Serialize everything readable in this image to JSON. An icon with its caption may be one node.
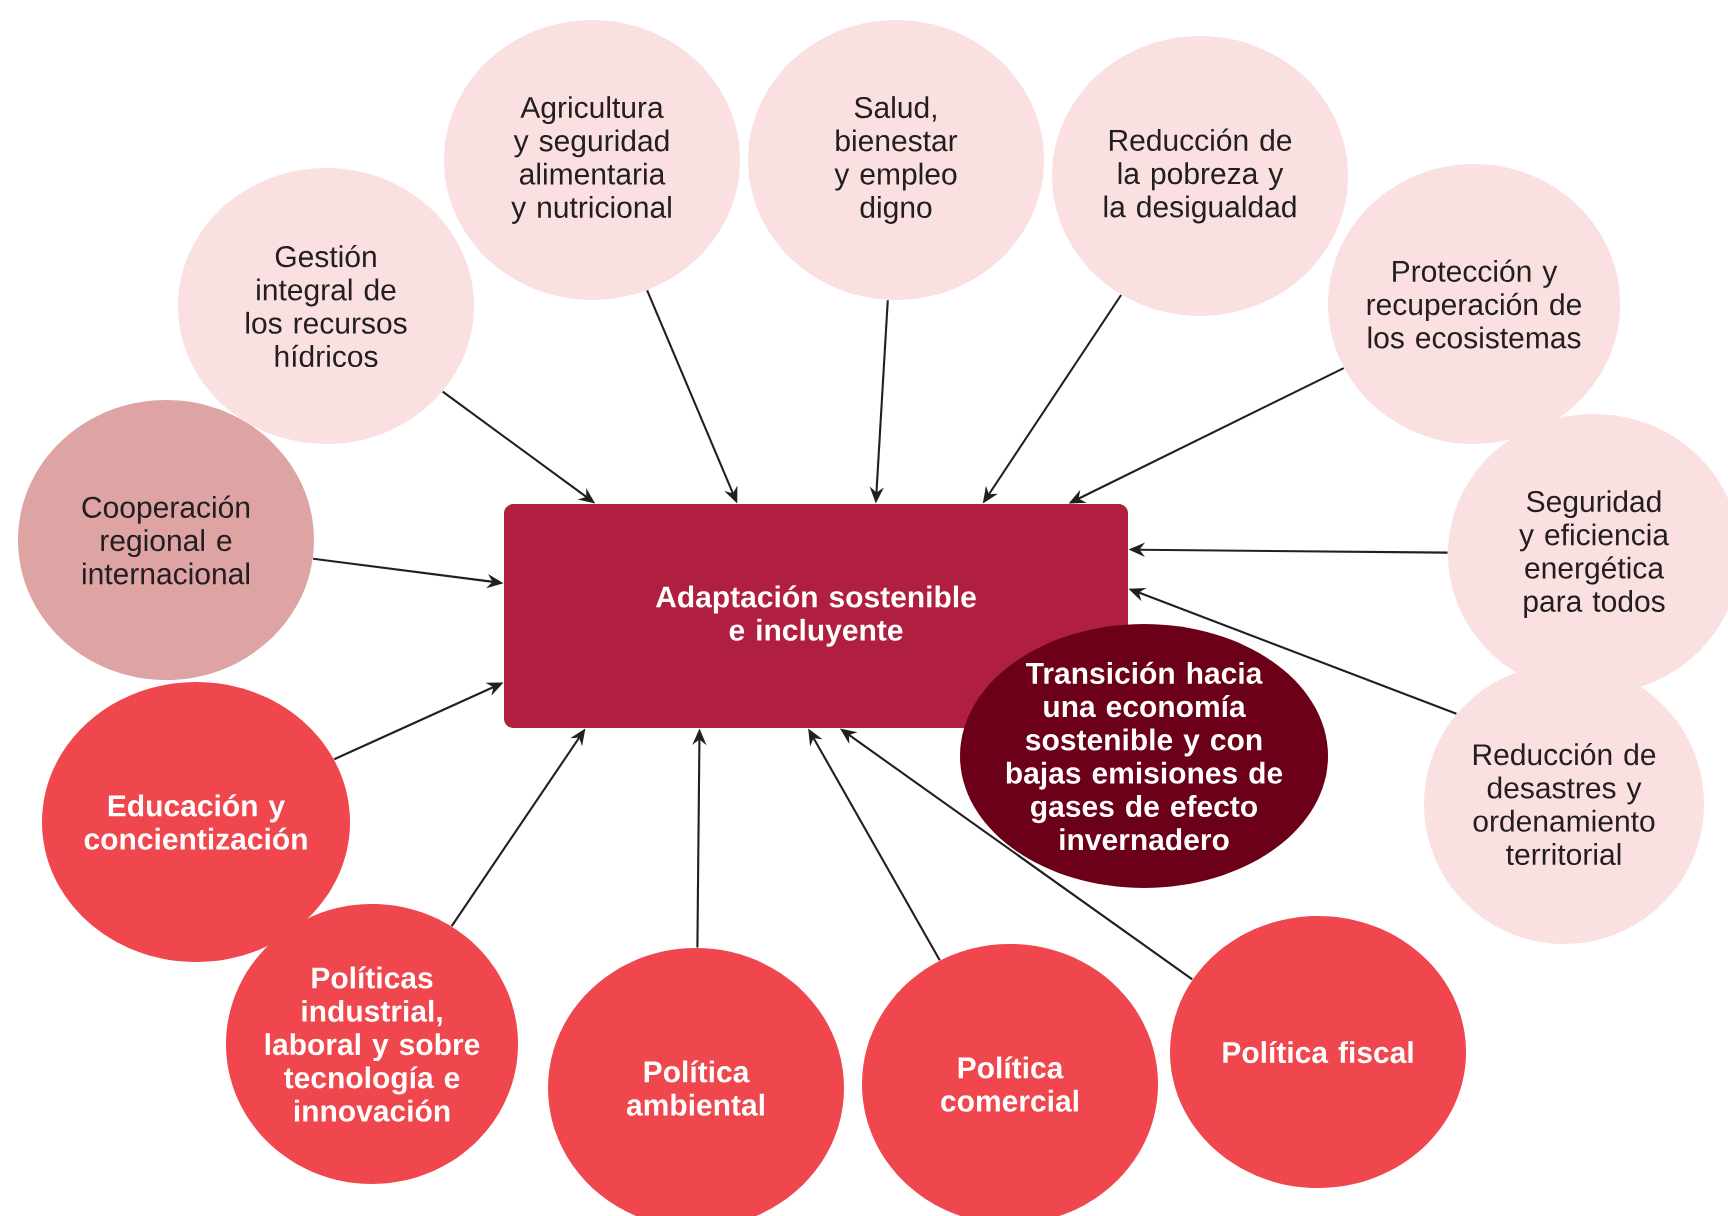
{
  "diagram": {
    "nodes": [
      {
        "text": [
          "Adaptación sostenible e incluyente"
        ]
      },
      {
        "text": [
          "Transición hacia una economía sostenible y con bajas emisiones de gases de efecto invernadero"
        ]
      },
      {
        "text": [
          "Agricultura y seguridad alimentaria y nutricional"
        ]
      },
      {
        "text": [
          "Salud, bienestar y empleo digno"
        ]
      },
      {
        "text": [
          "Reducción de la pobreza y la desigualdad"
        ]
      },
      {
        "text": [
          "Gestión integral de los recursos hídricos"
        ]
      },
      {
        "text": [
          "Protección y recuperación de los ecosistemas"
        ]
      },
      {
        "text": [
          "Cooperación regional e internacional"
        ]
      },
      {
        "text": [
          "Seguridad y eficiencia energética para todos"
        ]
      },
      {
        "text": [
          "Reducción de desastres y ordenamiento territorial"
        ]
      },
      {
        "text": [
          "Educación y concientización"
        ]
      },
      {
        "text": [
          "Políticas industrial, laboral y sobre tecnología e innovación"
        ]
      },
      {
        "text": [
          "Política ambiental"
        ]
      },
      {
        "text": [
          "Política comercial"
        ]
      },
      {
        "text": [
          "Política fiscal"
        ]
      }
    ],
    "edges": [
      {
        "from": 2,
        "to": 0,
        "arrow": "to"
      },
      {
        "from": 3,
        "to": 0,
        "arrow": "to"
      },
      {
        "from": 4,
        "to": 0,
        "arrow": "to"
      },
      {
        "from": 5,
        "to": 0,
        "arrow": "to"
      },
      {
        "from": 6,
        "to": 0,
        "arrow": "to"
      },
      {
        "from": 7,
        "to": 0,
        "arrow": "to"
      },
      {
        "from": 8,
        "to": 0,
        "arrow": "to"
      },
      {
        "from": 9,
        "to": 0,
        "arrow": "to"
      },
      {
        "from": 10,
        "to": 0,
        "arrow": "to"
      },
      {
        "from": 11,
        "to": 0,
        "arrow": "to"
      },
      {
        "from": 12,
        "to": 0,
        "arrow": "to"
      },
      {
        "from": 13,
        "to": 0,
        "arrow": "to"
      },
      {
        "from": 14,
        "to": 0,
        "arrow": "to"
      }
    ]
  }
}
